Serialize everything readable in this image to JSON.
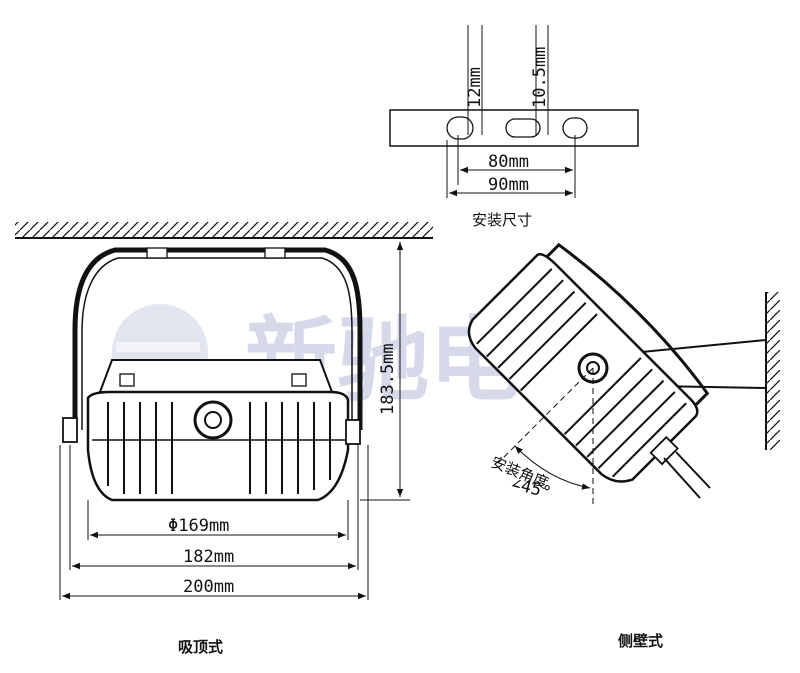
{
  "install_size": {
    "title": "安装尺寸",
    "slot_width": "12mm",
    "slot_height": "10.5mm",
    "inner_spacing": "80mm",
    "outer_spacing": "90mm"
  },
  "ceiling_mount": {
    "caption": "吸顶式",
    "height": "183.5mm",
    "body_diameter": "Φ169mm",
    "width_inner": "182mm",
    "width_overall": "200mm"
  },
  "wall_mount": {
    "caption": "侧壁式",
    "angle_label": "安装角度",
    "angle_value": "∠45°"
  },
  "watermark": {
    "text": "新驰电气",
    "color": "#8b93c4"
  }
}
